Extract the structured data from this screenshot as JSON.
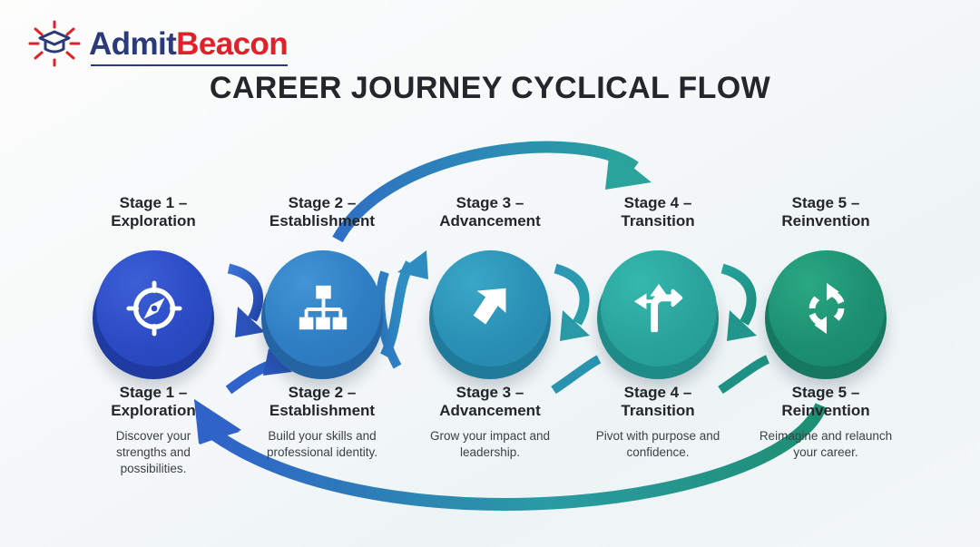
{
  "brand": {
    "logo_icon": "graduation-cap-rays-icon",
    "name_part1": "Admit",
    "name_part2": "Beacon",
    "color_primary": "#2b3a7a",
    "color_accent": "#e02129"
  },
  "title": "CAREER JOURNEY CYCLICAL FLOW",
  "stages": [
    {
      "top_label_line1": "Stage 1 –",
      "top_label_line2": "Exploration",
      "bottom_label_line1": "Stage 1 –",
      "bottom_label_line2": "Exploration",
      "description": "Discover your strengths and possibilities.",
      "icon": "compass-icon",
      "color_top": "#2a4bc4",
      "color_base": "#1f3aa0"
    },
    {
      "top_label_line1": "Stage 2 –",
      "top_label_line2": "Establishment",
      "bottom_label_line1": "Stage 2 –",
      "bottom_label_line2": "Establishment",
      "description": "Build your skills and professional identity.",
      "icon": "org-chart-icon",
      "color_top": "#2f7ec4",
      "color_base": "#2464a3"
    },
    {
      "top_label_line1": "Stage 3 –",
      "top_label_line2": "Advancement",
      "bottom_label_line1": "Stage 3 –",
      "bottom_label_line2": "Advancement",
      "description": "Grow your impact and leadership.",
      "icon": "arrow-up-right-icon",
      "color_top": "#2a90b5",
      "color_base": "#207a9a"
    },
    {
      "top_label_line1": "Stage 4 –",
      "top_label_line2": "Transition",
      "bottom_label_line1": "Stage 4 –",
      "bottom_label_line2": "Transition",
      "description": "Pivot with purpose and confidence.",
      "icon": "three-way-fork-arrows-icon",
      "color_top": "#2aa39b",
      "color_base": "#1e8b86"
    },
    {
      "top_label_line1": "Stage 5 –",
      "top_label_line2": "Reinvention",
      "bottom_label_line1": "Stage 5 –",
      "bottom_label_line2": "Reinvention",
      "description": "Reimagine and relaunch your career.",
      "icon": "refresh-cycle-icon",
      "color_top": "#1d8f70",
      "color_base": "#15785f"
    }
  ],
  "connectors": [
    {
      "name": "arrow-stage1-to-stage2",
      "color_from": "#2f63c9",
      "color_to": "#2a56bb"
    },
    {
      "name": "arrow-stage2-to-stage3",
      "color_from": "#2f7ec4",
      "color_to": "#2b86bf"
    },
    {
      "name": "arrow-stage3-to-stage4",
      "color_from": "#2a90b5",
      "color_to": "#2a9fa7"
    },
    {
      "name": "arrow-stage4-to-stage5",
      "color_from": "#2aa39b",
      "color_to": "#1f8f7f"
    },
    {
      "name": "arc-stage2-to-stage4-top",
      "color_from": "#2f6fc4",
      "color_to": "#2aa39b"
    },
    {
      "name": "arc-stage5-to-stage1-return",
      "color_from": "#1d8f72",
      "color_to": "#2f63c9"
    }
  ]
}
